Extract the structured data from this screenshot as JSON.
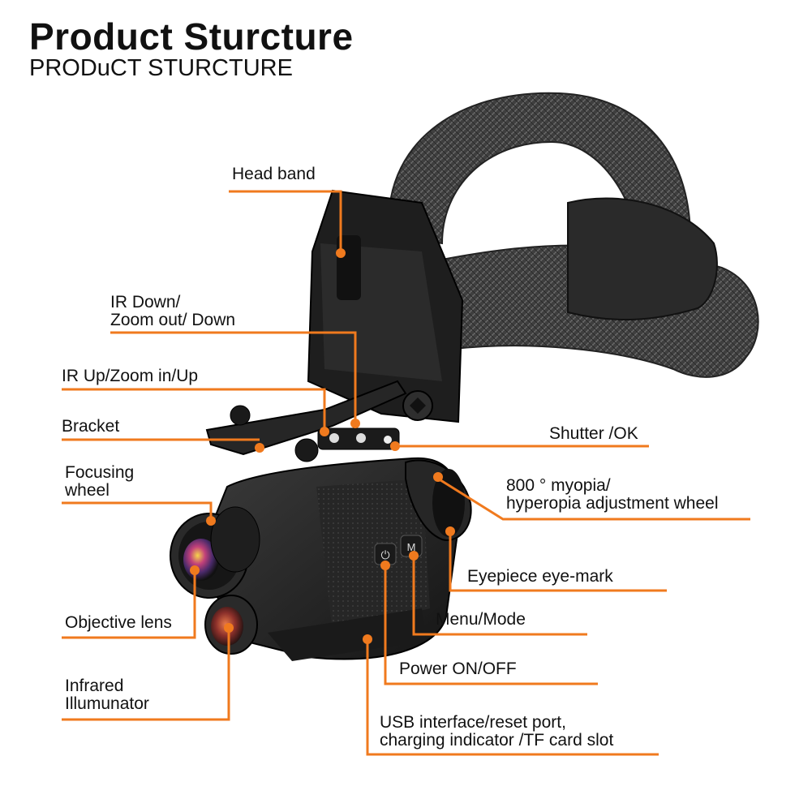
{
  "header": {
    "title": "Product Sturcture",
    "subtitle": "PRODuCT STURCTURE"
  },
  "colors": {
    "callout": "#f07a1e",
    "device_body": "#1c1c1c",
    "strap": "#4a4a4a",
    "background": "#ffffff"
  },
  "labels": {
    "head_band": "Head band",
    "ir_down_1": "IR Down/",
    "ir_down_2": "Zoom out/ Down",
    "ir_up": "IR Up/Zoom in/Up",
    "bracket": "Bracket",
    "shutter": "Shutter /OK",
    "focusing_1": "Focusing",
    "focusing_2": "wheel",
    "myopia_1": "800 ° myopia/",
    "myopia_2": "hyperopia adjustment wheel",
    "eyepiece": "Eyepiece eye-mark",
    "objective": "Objective lens",
    "menu": "Menu/Mode",
    "power": "Power ON/OFF",
    "infrared_1": "Infrared",
    "infrared_2": "Illumunator",
    "usb_1": "USB interface/reset port,",
    "usb_2": "charging indicator /TF card slot"
  },
  "device": {
    "menu_button_glyph": "M",
    "power_button_glyph": "⏻"
  }
}
